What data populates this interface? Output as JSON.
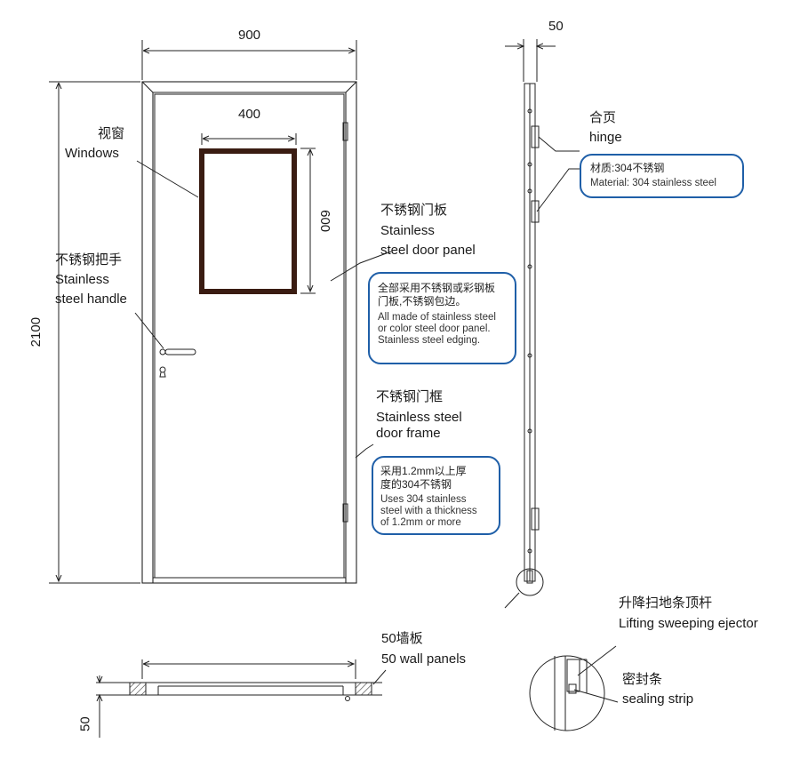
{
  "dimensions": {
    "width_900": "900",
    "thickness_50": "50",
    "window_width_400": "400",
    "window_height_600": "600",
    "height_2100": "2100",
    "wall_50": "50"
  },
  "labels": {
    "window_cn": "视窗",
    "window_en": "Windows",
    "panel_cn": "不锈钢门板",
    "panel_en1": "Stainless",
    "panel_en2": "steel door panel",
    "handle_cn": "不锈钢把手",
    "handle_en1": "Stainless",
    "handle_en2": "steel handle",
    "frame_cn": "不锈钢门框",
    "frame_en1": "Stainless steel",
    "frame_en2": "door frame",
    "hinge_cn": "合页",
    "hinge_en": "hinge",
    "ejector_cn": "升降扫地条顶杆",
    "ejector_en": "Lifting sweeping ejector",
    "seal_cn": "密封条",
    "seal_en": "sealing strip",
    "wall_cn": "50墙板",
    "wall_en": "50 wall panels"
  },
  "callouts": {
    "hinge": {
      "line1": "材质:304不锈钢",
      "line2": "Material: 304 stainless steel"
    },
    "panel": {
      "line1": "全部采用不锈钢或彩钢板",
      "line2": "门板,不锈钢包边。",
      "line3": "All made of stainless steel",
      "line4": "or color steel door panel.",
      "line5": "Stainless steel edging."
    },
    "frame": {
      "line1": "采用1.2mm以上厚",
      "line2": "度的304不锈钢",
      "line3": "Uses 304 stainless",
      "line4": "steel with a thickness",
      "line5": "of 1.2mm or more"
    }
  },
  "colors": {
    "line": "#1a1a1a",
    "callout_border": "#1f5fa8"
  }
}
